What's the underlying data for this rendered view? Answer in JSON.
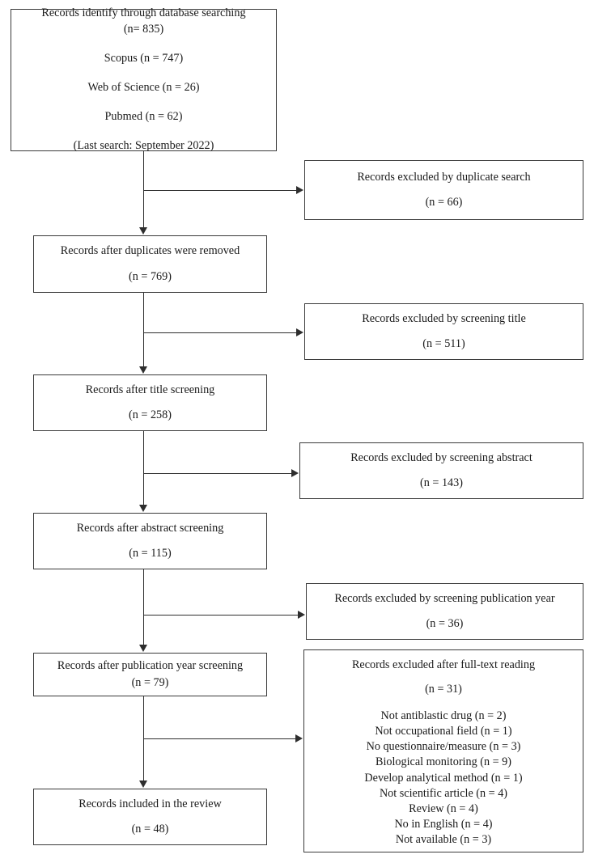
{
  "diagram": {
    "type": "prisma-flow-diagram",
    "colors": {
      "border": "#3a3a3a",
      "connector": "#2e2e2e",
      "background": "#ffffff",
      "text": "#1a1a1a"
    },
    "identification": {
      "title": "Records identify through database searching",
      "count": "(n= 835)",
      "sources": [
        "Scopus (n = 747)",
        "Web of Science (n = 26)",
        "Pubmed (n = 62)"
      ],
      "last_search": "(Last search: September 2022)"
    },
    "stages": [
      {
        "label": "Records after duplicates were removed",
        "count": "(n = 769)"
      },
      {
        "label": "Records after title screening",
        "count": "(n = 258)"
      },
      {
        "label": "Records after abstract screening",
        "count": "(n = 115)"
      },
      {
        "label": "Records after publication year screening",
        "count": "(n = 79)"
      },
      {
        "label": "Records included in the review",
        "count": "(n = 48)"
      }
    ],
    "exclusions": [
      {
        "label": "Records excluded by duplicate search",
        "count": "(n = 66)"
      },
      {
        "label": "Records excluded by screening title",
        "count": "(n = 511)"
      },
      {
        "label": "Records excluded by screening abstract",
        "count": "(n = 143)"
      },
      {
        "label": "Records excluded by screening publication year",
        "count": "(n = 36)"
      }
    ],
    "full_text_exclusion": {
      "label": "Records excluded after full-text reading",
      "count": "(n = 31)",
      "reasons": [
        "Not antiblastic drug (n = 2)",
        "Not occupational field (n = 1)",
        "No questionnaire/measure (n = 3)",
        "Biological monitoring (n = 9)",
        "Develop analytical method (n = 1)",
        "Not scientific article (n = 4)",
        "Review (n = 4)",
        "No in English (n = 4)",
        "Not available (n = 3)"
      ]
    }
  }
}
